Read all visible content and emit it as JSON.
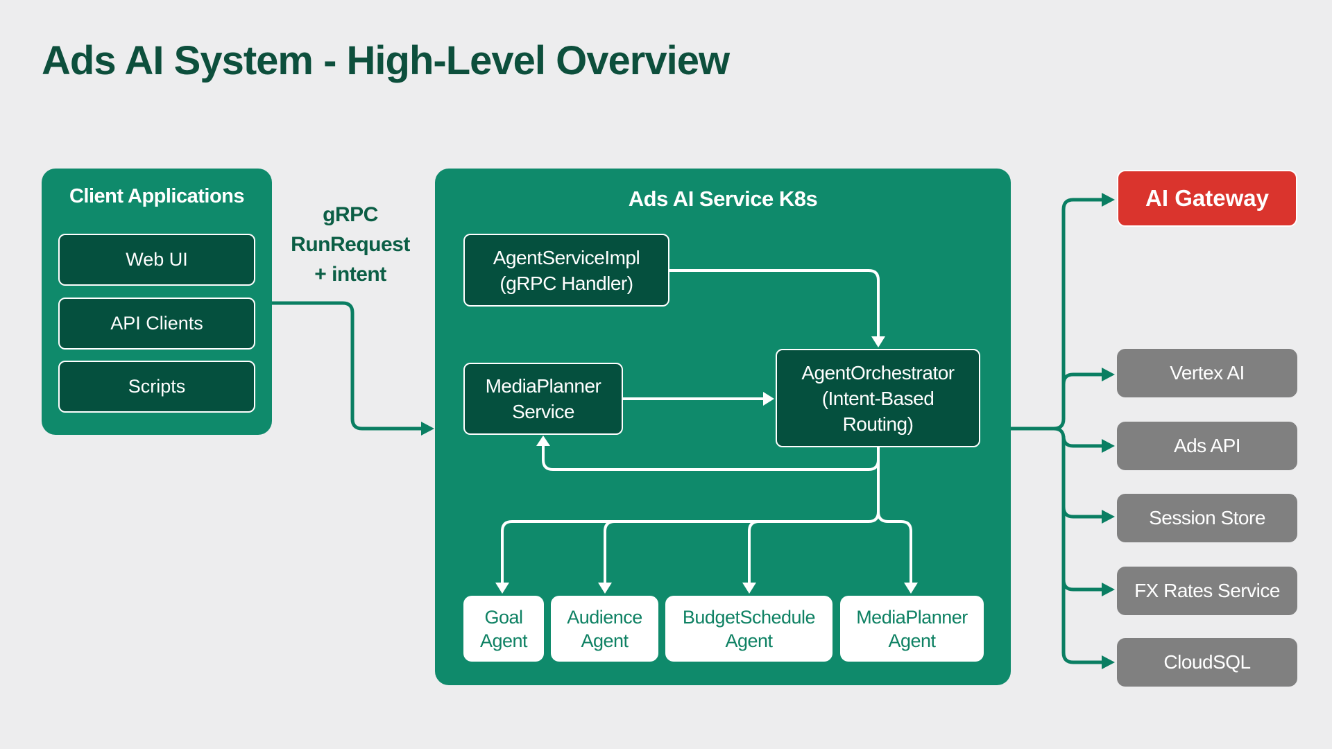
{
  "title": "Ads AI System - High-Level Overview",
  "client_apps": {
    "title": "Client Applications",
    "items": [
      "Web UI",
      "API Clients",
      "Scripts"
    ]
  },
  "grpc_label": {
    "lines": [
      "gRPC",
      "RunRequest",
      "+ intent"
    ]
  },
  "service": {
    "title": "Ads AI Service K8s",
    "nodes": {
      "agent_service_impl": {
        "lines": [
          "AgentServiceImpl",
          "(gRPC Handler)"
        ]
      },
      "media_planner_service": {
        "lines": [
          "MediaPlanner",
          "Service"
        ]
      },
      "agent_orchestrator": {
        "lines": [
          "AgentOrchestrator",
          "(Intent-Based",
          "Routing)"
        ]
      }
    },
    "agents": [
      "Goal Agent",
      "Audience Agent",
      "BudgetSchedule Agent",
      "MediaPlanner Agent"
    ]
  },
  "external": {
    "gateway": "AI Gateway",
    "services": [
      "Vertex AI",
      "Ads API",
      "Session Store",
      "FX Rates Service",
      "CloudSQL"
    ]
  },
  "colors": {
    "background": "#ededee",
    "container_green": "#0f8a6b",
    "node_dark_green": "#05503e",
    "accent_line_green": "#0a7e62",
    "title_green": "#0d4f3c",
    "label_green": "#0b5e45",
    "agent_text_green": "#0e8163",
    "gateway_red": "#da342d",
    "external_gray": "#808080",
    "white": "#ffffff"
  }
}
